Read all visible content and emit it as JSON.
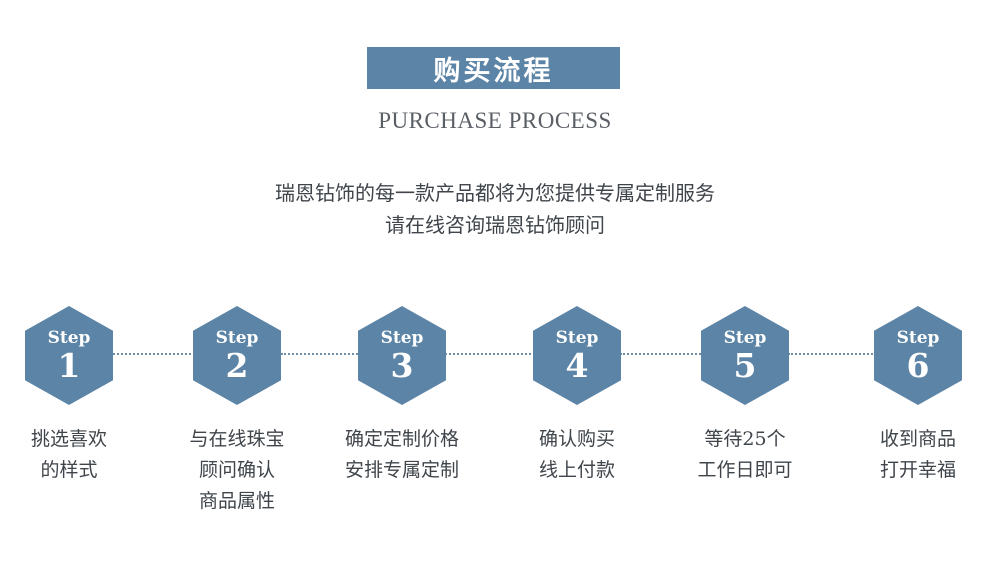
{
  "header": {
    "title": "购买流程",
    "subtitle": "PURCHASE PROCESS",
    "desc_line1": "瑞恩钻饰的每一款产品都将为您提供专属定制服务",
    "desc_line2": "请在线咨询瑞恩钻饰顾问"
  },
  "colors": {
    "accent": "#5c84a6",
    "text": "#3f454b"
  },
  "steps": [
    {
      "word": "Step",
      "num": "1",
      "lines": [
        "挑选喜欢",
        "的样式"
      ]
    },
    {
      "word": "Step",
      "num": "2",
      "lines": [
        "与在线珠宝",
        "顾问确认",
        "商品属性"
      ]
    },
    {
      "word": "Step",
      "num": "3",
      "lines": [
        "确定定制价格",
        "安排专属定制"
      ]
    },
    {
      "word": "Step",
      "num": "4",
      "lines": [
        "确认购买",
        "线上付款"
      ]
    },
    {
      "word": "Step",
      "num": "5",
      "lines": [
        "等待25个",
        "工作日即可"
      ]
    },
    {
      "word": "Step",
      "num": "6",
      "lines": [
        "收到商品",
        "打开幸福"
      ]
    }
  ]
}
